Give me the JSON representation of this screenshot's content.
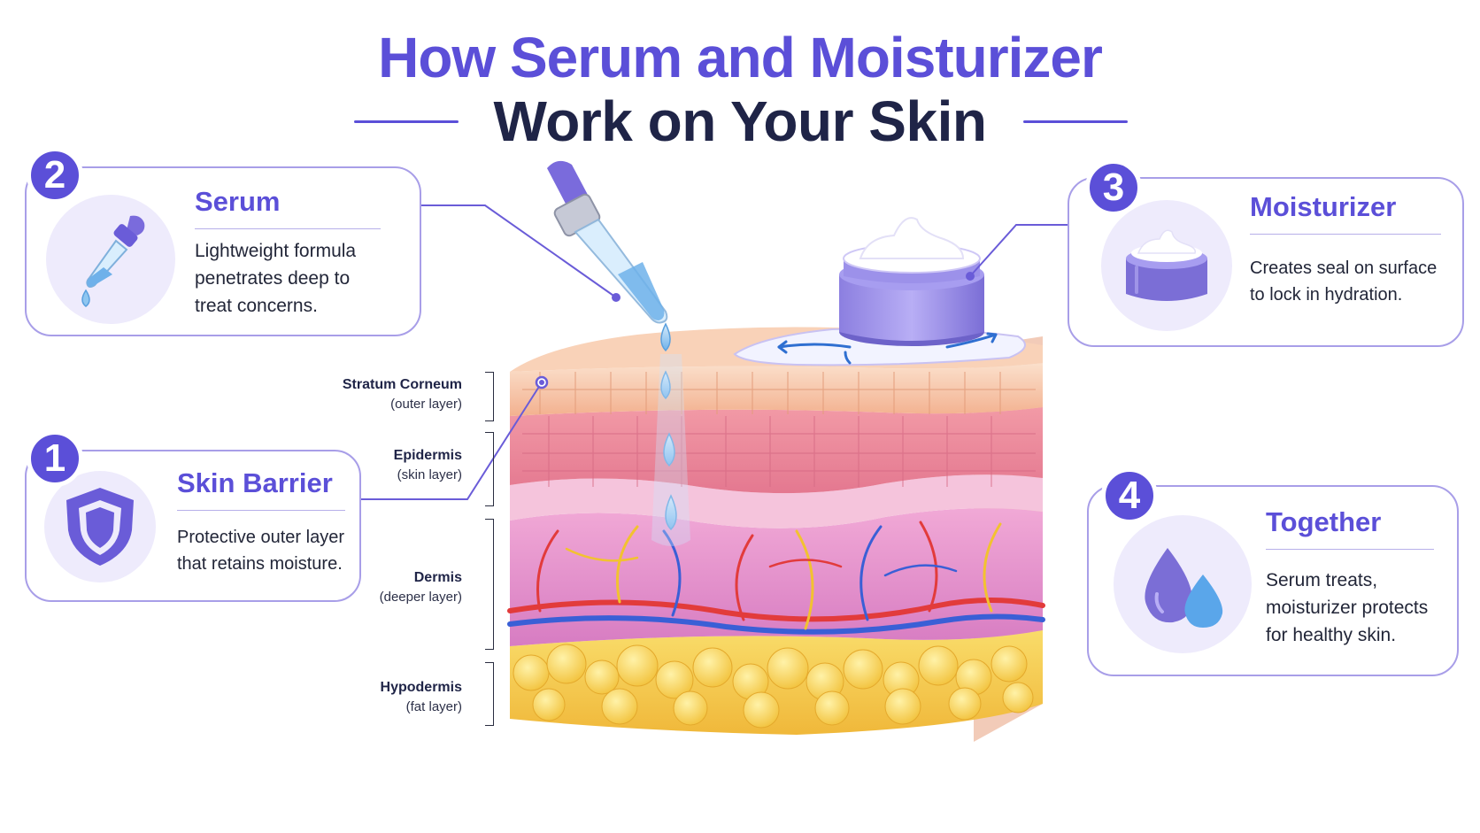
{
  "title": {
    "line1": "How Serum and Moisturizer",
    "line2": "Work on Your Skin"
  },
  "cards": {
    "serum": {
      "number": "2",
      "title": "Serum",
      "body_lines": [
        "Lightweight formula",
        "penetrates deep to",
        "treat concerns."
      ],
      "icon": "dropper-icon"
    },
    "barrier": {
      "number": "1",
      "title": "Skin Barrier",
      "body_lines": [
        "Protective outer layer",
        "that retains moisture."
      ],
      "icon": "shield-icon"
    },
    "moisturizer": {
      "number": "3",
      "title": "Moisturizer",
      "body_lines": [
        "Creates seal on surface",
        "to lock in hydration."
      ],
      "icon": "cream-jar-icon"
    },
    "together": {
      "number": "4",
      "title": "Together",
      "body_lines": [
        "Serum treats,",
        "moisturizer protects",
        "for healthy skin."
      ],
      "icon": "water-drops-icon"
    }
  },
  "layers": [
    {
      "name": "Stratum Corneum",
      "sub": "(outer layer)"
    },
    {
      "name": "Epidermis",
      "sub": "(skin layer)"
    },
    {
      "name": "Dermis",
      "sub": "(deeper layer)"
    },
    {
      "name": "Hypodermis",
      "sub": "(fat layer)"
    }
  ],
  "colors": {
    "accent": "#5b4fd8",
    "heading_dark": "#1f2447",
    "card_border": "#a89ee8",
    "stratum": "#f7c6a8",
    "epidermis": "#ee8f9f",
    "dermis": "#e58fc8",
    "hypodermis": "#f7cf4a",
    "artery": "#e23b3b",
    "vein": "#3a5fd6",
    "nerve": "#f2c230",
    "drop": "#8fc6f0"
  }
}
